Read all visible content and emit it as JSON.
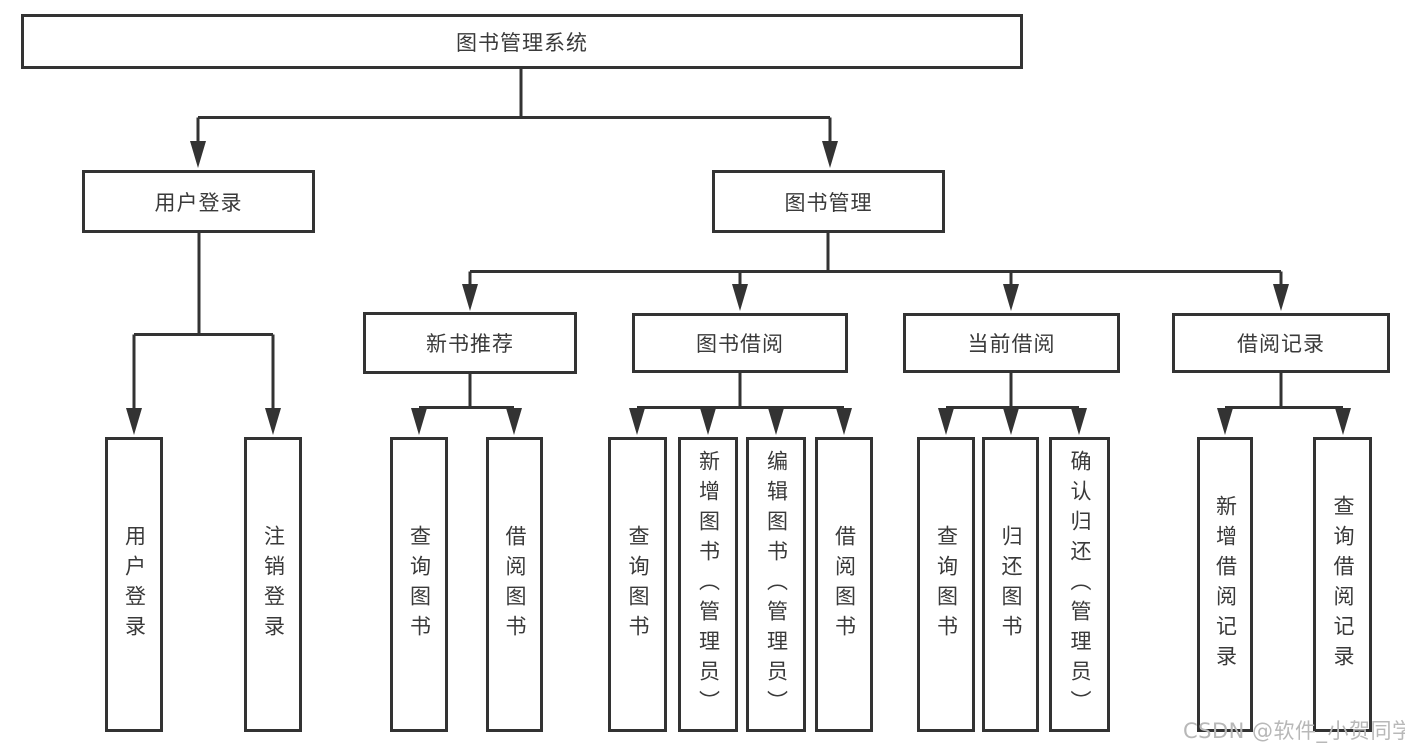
{
  "diagram_type": "hierarchy-chart",
  "nodes": {
    "root": {
      "label": "图书管理系统"
    },
    "user_login": {
      "label": "用户登录"
    },
    "book_mgmt": {
      "label": "图书管理"
    },
    "new_book_rec": {
      "label": "新书推荐"
    },
    "book_borrow": {
      "label": "图书借阅"
    },
    "current_borrow": {
      "label": "当前借阅"
    },
    "borrow_records": {
      "label": "借阅记录"
    },
    "leaf_user_login": {
      "label": "用户登录"
    },
    "leaf_logout": {
      "label": "注销登录"
    },
    "leaf_rec_query": {
      "label": "查询图书"
    },
    "leaf_rec_borrow": {
      "label": "借阅图书"
    },
    "leaf_bb_query": {
      "label": "查询图书"
    },
    "leaf_bb_add": {
      "label": "新增图书（管理员）"
    },
    "leaf_bb_edit": {
      "label": "编辑图书（管理员）"
    },
    "leaf_bb_borrow": {
      "label": "借阅图书"
    },
    "leaf_cb_query": {
      "label": "查询图书"
    },
    "leaf_cb_return": {
      "label": "归还图书"
    },
    "leaf_cb_confirm": {
      "label": "确认归还（管理员）"
    },
    "leaf_br_add": {
      "label": "新增借阅记录"
    },
    "leaf_br_query": {
      "label": "查询借阅记录"
    }
  },
  "watermark": "CSDN @软件_小贺同学",
  "colors": {
    "line": "#333333",
    "text": "#3a3a3a",
    "box_background": "#ffffff",
    "watermark": "#b8b8b8",
    "page_background": "#ffffff"
  }
}
